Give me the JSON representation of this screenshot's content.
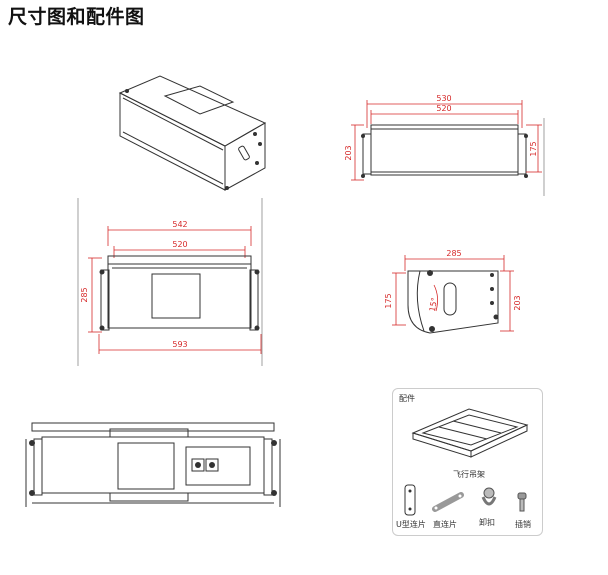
{
  "title": "尺寸图和配件图",
  "dims": {
    "top_total": "530",
    "top_inner": "520",
    "top_left_h": "203",
    "top_right_h": "175",
    "mid_top": "542",
    "mid_inner": "520",
    "mid_left_h": "285",
    "mid_bottom": "593",
    "side_w": "285",
    "side_left_h": "175",
    "side_right_h": "203",
    "side_angle": "15°"
  },
  "accessories": {
    "header": "配件",
    "frame": "飞行吊架",
    "u_link": "U型连片",
    "straight_link": "直连片",
    "shackle": "卸扣",
    "pin": "插销"
  }
}
